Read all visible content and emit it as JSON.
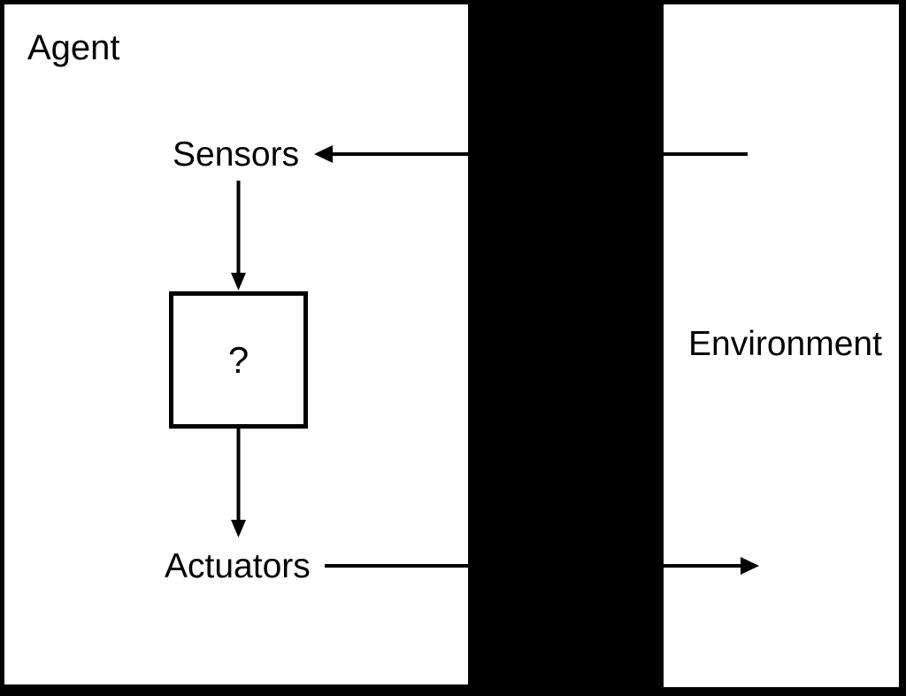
{
  "diagram": {
    "title_context": "agent-environment diagram",
    "agent": {
      "label": "Agent"
    },
    "environment": {
      "label": "Environment"
    },
    "nodes": {
      "sensors": {
        "label": "Sensors"
      },
      "program": {
        "label": "?"
      },
      "actuators": {
        "label": "Actuators"
      }
    },
    "arrows": [
      {
        "from": "environment",
        "to": "sensors",
        "direction": "left"
      },
      {
        "from": "sensors",
        "to": "program",
        "direction": "down"
      },
      {
        "from": "program",
        "to": "actuators",
        "direction": "down"
      },
      {
        "from": "actuators",
        "to": "environment",
        "direction": "right"
      }
    ],
    "colors": {
      "background": "#000000",
      "box_fill": "#ffffff",
      "line": "#000000",
      "text": "#000000"
    }
  }
}
